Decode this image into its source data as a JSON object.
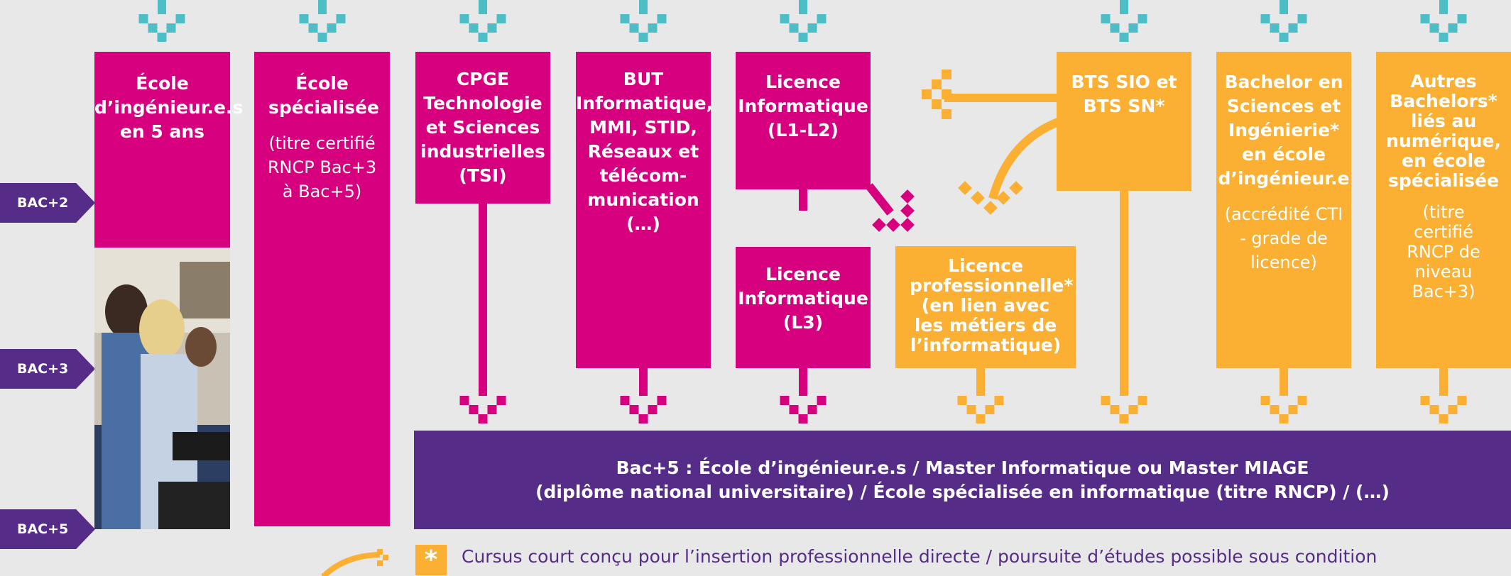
{
  "colors": {
    "magenta": "#d6007e",
    "orange": "#fbb034",
    "purple": "#552c87",
    "teal": "#4dbdc6",
    "background": "#e8e8e8"
  },
  "levels": [
    {
      "label": "BAC+2"
    },
    {
      "label": "BAC+3"
    },
    {
      "label": "BAC+5"
    }
  ],
  "columns": [
    {
      "title": "École d’ingénieur.e.s en 5 ans",
      "subtitle": ""
    },
    {
      "title": "École spécialisée",
      "subtitle": "(titre certifié RNCP Bac+3 à Bac+5)"
    },
    {
      "title": "CPGE Technologie et Sciences industrielles (TSI)",
      "subtitle": ""
    },
    {
      "title": "BUT Informatique, MMI, STID, Réseaux et télécom-munication (…)",
      "subtitle": ""
    },
    {
      "title": "Licence Informatique (L1-L2)",
      "subtitle": ""
    },
    {
      "title": "Licence Informatique (L3)",
      "subtitle": ""
    },
    {
      "title": "Licence professionnelle* (en lien avec les métiers de l’informatique)",
      "subtitle": ""
    },
    {
      "title": "BTS SIO et BTS SN*",
      "subtitle": ""
    },
    {
      "title": "Bachelor en Sciences et Ingénierie* en école d’ingénieur.e",
      "subtitle": "(accrédité CTI - grade de licence)"
    },
    {
      "title": "Autres Bachelors* liés au numérique, en école spécialisée",
      "subtitle": "(titre certifié RNCP de niveau Bac+3)"
    }
  ],
  "bottom": {
    "line1": "Bac+5 : École d’ingénieur.e.s / Master Informatique ou Master MIAGE",
    "line2": "(diplôme national universitaire) / École spécialisée en informatique (titre RNCP) / (…)"
  },
  "footnote": {
    "star": "*",
    "text": "Cursus court conçu pour l’insertion professionnelle directe / poursuite d’études possible sous condition"
  },
  "photo": {
    "icon": "students-at-computers-photo"
  }
}
